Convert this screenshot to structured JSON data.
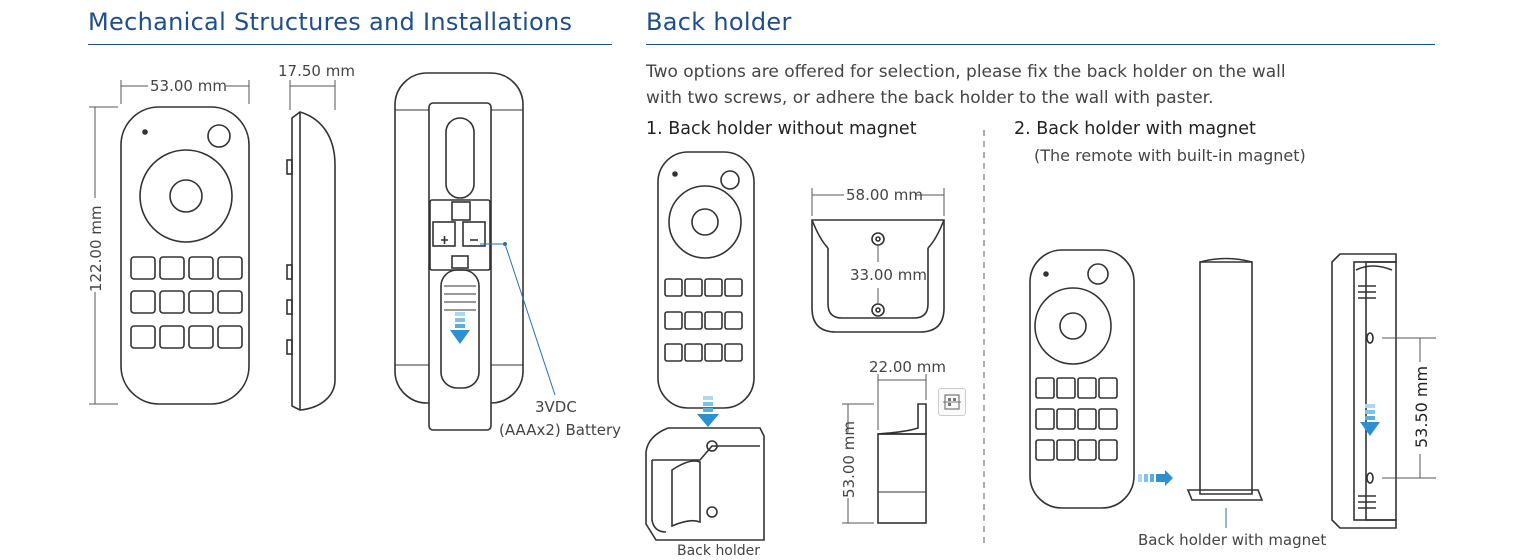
{
  "left": {
    "title": "Mechanical Structures and Installations",
    "dim_width": "53.00 mm",
    "dim_depth": "17.50 mm",
    "dim_height": "122.00 mm",
    "battery_line1": "3VDC",
    "battery_line2": "(AAAx2) Battery",
    "battery_plus": "+",
    "battery_minus": "−"
  },
  "right": {
    "title": "Back holder",
    "description_line1": "Two options are offered for selection, please fix the back holder on the wall",
    "description_line2": "with two screws, or adhere the back holder to the wall with paster.",
    "option1": {
      "title": "1. Back holder without magnet",
      "holder_label": "Back holder",
      "dim_width": "58.00 mm",
      "dim_screw": "33.00 mm",
      "dim_depth": "22.00 mm",
      "dim_height": "53.00 mm"
    },
    "option2": {
      "title": "2. Back holder with magnet",
      "subtitle": "(The remote with built-in magnet)",
      "holder_label": "Back holder with magnet",
      "dim_height": "53.50 mm"
    }
  },
  "colors": {
    "heading": "#1f4e8c",
    "arrow": "#3aa0d8",
    "leader": "#2a6fb0"
  }
}
